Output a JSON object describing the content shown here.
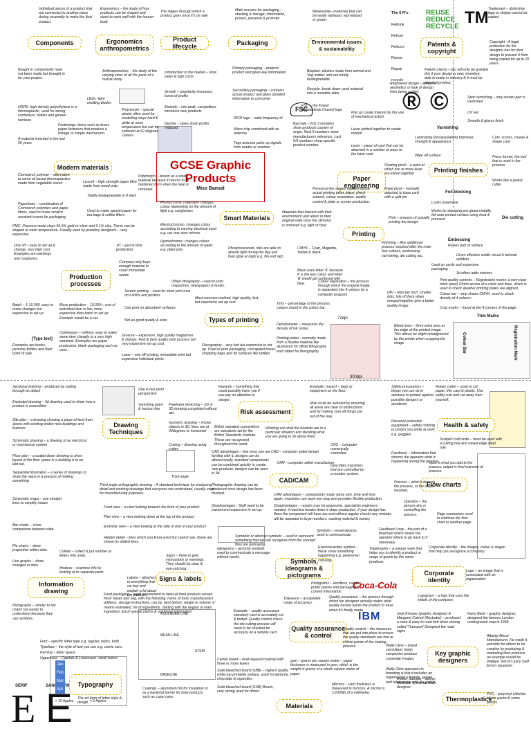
{
  "title": {
    "main": "GCSE Graphic Products",
    "author": "Miss Bansal"
  },
  "boxes": {
    "components": "Components",
    "ergonomics": "Ergonomics anthropometrics",
    "lifecycle": "Product lifecycle",
    "packaging": "Packaging",
    "env": "Environmental issues & sustainability",
    "patents": "Patents & copyright",
    "modern": "Modern materials",
    "smart": "Smart Materials",
    "paper_eng": "Paper engineering",
    "printing_finishes": "Printing finishes",
    "production": "Production processes",
    "printing": "Printing",
    "types_printing": "Types of printing",
    "drawing": "Drawing Techniques",
    "risk": "Risk assessment",
    "health": "Health & safety",
    "cadcam": "CAD/CAM",
    "flow": "Flow charts",
    "signs": "Signs & labels",
    "symbols": "Symbols, ideograms & pictograms",
    "corporate": "Corporate identity",
    "info": "Information drawing",
    "quality": "Quality assurance & control",
    "typography": "Typography",
    "materials": "Materials",
    "designers": "Key graphic designers",
    "thermo": "Thermoplastics"
  },
  "logos": {
    "re1": "REUSE",
    "re2": "REDUCE",
    "re3": "RECYCLE",
    "tm": "TM",
    "reg": "®",
    "copy": "©",
    "fsc": "FSC"
  },
  "labels": {
    "six_rs": "The 6 R's-",
    "rs": [
      "Rethink",
      "Refuse",
      "Reduce",
      "Reuse",
      "Repair",
      "recycle"
    ],
    "varnishing": "Varnishing",
    "foil": "Foil blocking",
    "embossing": "Embossing",
    "die": "Die cutting",
    "trim": "Trim Marks",
    "reg_mark": "Registration Mark",
    "colour_bar": "Colour Bar",
    "dpi1": "72dpi",
    "dpi2": "300dpi",
    "type_text": "[Type text]",
    "serif": "SERIF",
    "sans": "SANS-SERIF",
    "ascender": "ASCENDER LINE",
    "mean": "MEAN LINE",
    "baseline": "BASELINE",
    "stem": "STEM",
    "third_angle": "Third angle",
    "coca": "Coca-Cola",
    "ibm": "IBM",
    "months": [
      "Jan",
      "Feb",
      "Mar",
      "Apr"
    ],
    "key1": "= 10 Apples",
    "key2": "= 5 Apples"
  },
  "notes": {
    "n1": "Individual pieces of a product that are connected to another piece during assembly to make the final product",
    "n2": "Ergonomics – the study of how products can be shaped and sized to work well with the human body",
    "n3": "The stages through which a product goes once it's on sale",
    "n4": "Male reasons for packaging – stacking & storage, information, protect, preserve & promote",
    "n5": "Renewable– materials that can be easily replaced, reproduced or grown.",
    "n6": "Trademark – distinctive logo or slogan cannot be copied",
    "n7": "Copyright - A legal protection for the designer has for their design to prevent it from being copied for up to 20 years.",
    "n8": "Bought in components have not been made but brought in for your project.",
    "n9": "Anthropometrics – the study of the varying sizes of all the parts of a human body.",
    "n10": "Introduction to the market – slow sales & high costs",
    "n11": "Primary packaging – protects product and gives key information",
    "n12": "Bioplast- plastics made from animal and Veg matter, and are totally biodegradable",
    "n13": "Patent criteria – you will only be granted this if your design is new, inventive, able to make in industry & it must be physical product.",
    "n14": "Growth – popularity increases, boost of profits",
    "n15": "Secondary packaging – contains actual product and gives detailed information to consumer",
    "n16": "Recycle- break down used material into a reusable state",
    "n17": "Registered design – protects aesthetics or look of design from being copied",
    "n18": "LEDs -light emitting diodes",
    "n19": "HDPE: high density polyethylene is a thermoplastic, used for strong containers, bottles and garden furniture",
    "n20": "Polymorph – special plastic often used for modelling stays hard & white at room temperature but can be softened at 62 degrees Celsius",
    "n21": "Maturity – hits peak, competitors introduce new products",
    "n22": "Decline - slows down profits reduced.",
    "n23": "RFID tags – radio frequency id",
    "n24": "Micro-chip combined with an antenna",
    "n25": "Tags antenna picks up signals from reader or scanner",
    "n26": "FSC – the Forest Stewardship Council logo",
    "n27": "Barcode – first 3 numbers show products country of origin. Next 5 numbers show manufacturers reference. Last 5/6 numbers show specific product number.",
    "n28": "Pop up create interest by the use of mechanical action",
    "n29": "Lever jointed together to create motion",
    "n30": "Lever – piece of card that can be attached in a number of ways to the base card",
    "n31": "Spot varnishing – only certain part is varnished",
    "n32": "UV set",
    "n33": "Smooth & glossy finish",
    "n34": "Laminating (encapsulation) Improves strength & appearance",
    "n35": "Wipe off surface",
    "n36": "Cuts, scores, crease & shape card",
    "n37": "Press former, the tool that is used in the process",
    "n38": "Works like a pastry cutter",
    "n39": "Fastenings: items such as brass paper fasteners that produce a linkage or simple mechanism.",
    "n40": "A material invented in the last 50 years",
    "n41": "Cornstarch polymer – alternative to some oil based thermoplastics made from vegetable starch",
    "n42": "Polymorph – known as a smart material because it returns to its hardened form when the heat is removed.",
    "n43": "Paperfoam – combination of Cornstarch polymers and paper fibres, used to make scratch resistant inserts for packaging",
    "n44": "Lyocell – high strength paper fibre made from wood pulp.",
    "n45": "Totally biodegradable in 8 days",
    "n46": "Used to make special paper for tea bags & coffee filters",
    "n47": "PMC: Precious metal clays 99.9% gold or silver and 0.1% clay. These can be shaped at room temperature. Usually used by jewellery designers – very expensive",
    "n48": "Photochromic materials- changes colour depending on the amount of light e.g. sunglasses",
    "n49": "Electrochromic- changes colour according to varying electrical input e.g. car rear view mirrors",
    "n50": "Hydrochromic- changes colour according to the amount of water e.g. plant pots",
    "n51": "Materials that interact with their environment and return to their original state once the stimulus is removed e.g. light or heat",
    "n52": "Phosphorescent- inks are able to absorb light during the day and then glow at night e.g. fire exit sign",
    "n53": "Pre-press-the stages needed before actual printing takes place; check artwork, colour separation, quality control & plate or screen production.",
    "n54": "CMYK – Cyan, Magenta, Yellow & black.",
    "n55": "Black uses letter 'K' because K is the key colour and letter 'B' would get confused with blue.",
    "n56": "Print – process of actually printing the design.",
    "n57": "Floating pivot – a point at which two or more lever are joined together",
    "n58": "Fixed pivot – normally attached to base card with a split pin",
    "n59": "Looks expensive",
    "n60": "Works by stamping pre-glued metallic foil onto printed surface using heat & pressure",
    "n61": "Raises part of surface",
    "n62": "Gives effective subtle visual & textural addition",
    "n63": "3d effect adds interest",
    "n64": "One off – easy to set up & change, very high cost. Examples are paintings and sculptures.",
    "n65": "JIT – just in time production.",
    "n66": "Company only buys enough material to cover immediate needs",
    "n67": "Offset lithography – used to print magazines, newspapers & books.",
    "n68": "Screen printing – used for short print runs on t-shirts and posters",
    "n69": "Can print on absorbent surfaces",
    "n70": "Not as good quality & slow.",
    "n71": "Most common method, high quality, fast, but expensive set up cost.",
    "n72": "Tints – percentage of the process colours found in the colour bar.",
    "n73": "Colour separation – the process through which the original image is separated into 4 colours by a computer program.",
    "n74": "Finishing – Any additional process required after the main four colours, embossing, varnishing, die cutting etc.",
    "n75": "Used on cards and expensive packaging",
    "n76": "DPI – dots per inch, smaller dots, lots of them when merged together give a better quality image.",
    "n77": "Print quality controls – Registration marks: a very clear mark about 10mm across of a circle and lines, which is used to check weather printing plates are aligned.",
    "n78": "Colour bar – strip shows CMYK, used to check density of 4 colours.",
    "n79": "Crop marks – found at the 4 corners of the page.",
    "n80": "Batch – 1-10,000, easy to make changes but expensive to set up",
    "n81": "Mass production – 10,000+, cost of individual item is low, more expensive than batch to set up. Example would be a car.",
    "n82": "Examples are books, perfume bottles and their point of sale.",
    "n83": "Continuous – millions, easy to make same item cheaply to a very high standard. Examples are paper production, blank packaging such as cans.",
    "n84": "Gravure – expensive, high quality magazines & stamps. Fast & best quality print process but very expensive set up cost.",
    "n85": "Laser – one off printing, immediate print but expensive individual prints.",
    "n86": "Flexography – very fast but expensive to set up. Used to print packaging, corrugated boxes, shopping bags and 3d surfaces like bottles.",
    "n87": "Densitometer – measures the density of ink colour.",
    "n88": "Printing plates –normally made from a flexible material like aluminium for offset lithography and rubber for flexography.",
    "n89": "Bleed area – 3mm extra area at the edge of the printed image. This allows for slight misalignment by the printer when cropping the image.",
    "n90": "Sectional drawing – produced by cutting through an object",
    "n91": "Exploded drawing – 3d drawing used to show how a product is assembled",
    "n92": "Site plan – a drawing showing a piece of land from above with existing and/or new buildings and features.",
    "n93": "Schematic drawing – a drawing of an electrical or mechanical system",
    "n94": "Floor plan – a scaled down drawing to show layout of the floor space in a building is to be laid out.",
    "n95": "Sequential illustration – a series of drawings to show the steps in a process of making something",
    "n96": "Schematic maps – use straight lines to simplify routes",
    "n97": "One & two point perspective",
    "n98": "Freehand sketching – 2D or 3D drawing completed without aid.",
    "n99": "Isometric drawing – shows objects in 3D, lines are at 30degrees to horizontal",
    "n100": "Crating – drawing using crates",
    "n101": "Vanishing point & horizon line",
    "n102": "Hazards – something that could possibly harm you if you pay no attention to danger.",
    "n103": "British standard conventions are standards set by the British Standards Institute. These are recognised throughout the world.",
    "n104": "Example: hazard – bags or equipment on the floor.",
    "n105": "Risk could be reduced by ensuring all areas are clear of obstructions and by making sure all things put out of the way.",
    "n106": "Working out what the hazards are in a particular situation and deciding what you are going to do about them.",
    "n107": "CAD – computer aided design",
    "n108": "CNC – computer numerically controlled.",
    "n109": "CAM – computer aided manufacture",
    "n110": "Describes machines that are controlled by a number system.",
    "n111": "CAD advantages – fast once you are familiar with it, designs can be altered easily, standard components can be combined quickly to create new products, designs can be seen in 3d.",
    "n112": "Photographic drawing can be produced once design has been finished.",
    "n113": "Third angle orthographic drawing – A standard technique for producing detail and working drawings that everyone can understand, usually used for manufacturing purposes.",
    "n114": "Front view – a view looking towards the front of your product",
    "n115": "Plan view – a view looking down at the top of the product",
    "n116": "End/side view – a view looking at the side or end of your product",
    "n117": "Hidden detail – lines which you know exist but cannot see, these are shown by dotted lines.",
    "n118": "Disadvantages - Staff need to be trained and expensive to set up.",
    "n119": "CAM advantages – components made same size, time and time again, machines can work non-stop and provides flexible production.",
    "n120": "Disadvantages – repairs may be expensive, specialists engineers needed, if machine breaks down it stops production, if your design has flaws the component will have too and without regular checks any mistake will be repeated in large numbers, wasting material & money.",
    "n121": "Rotary cutter – used to cut paper, thin card & plastic. Use safety rule and cut away from yourself.",
    "n122": "Safety precautions – things you can do in advance to protect against possible dangers or accidents.",
    "n123": "Personal protection equipment – safety clothing to protect you while at work e.g. goggles.",
    "n124": "Scalpel/ craft knife – must be used with a cutting mat and raised edge steel rule.",
    "n125": "Feedback – information that informs the operator what is happening during the process.",
    "n126": "Input is what you add to the process, output is final outcome of process.",
    "n127": "Process – what is done in the process, or the steps involved.",
    "n128": "Operator – the person who is controlling the process.",
    "n129": "Page connectors used to continue the flow chart to another page.",
    "n130": "Feedback Loop – the part of a flowchart which shows the operator where to go back to if necessary.",
    "n131": "Bar charts – show comparison between data.",
    "n132": "Pie charts – show proportion within data.",
    "n133": "Line graphs – show changes in data.",
    "n134": "Pictographs – similar to bar charts but easier to understand because they use symbols.",
    "n135": "Collate – collect & put number or letters into order.",
    "n136": "Analyse – examine info by looking at its separate parts.",
    "n137": "Signs – there to give instructions or warnings. They should be clear & eye-catching.",
    "n138": "Labels – attached to everything that we buy and explain a lot about the product.",
    "n139": "Ideograms – pictorial symbols used to communicate a message without words.",
    "n140": "Symbolic or abstract symbols – used to represent something that we can recognise from the concept they are portraying.",
    "n141": "Symbols – visual devices used to communicate.",
    "n142": "Exercise/action symbol – these show something happening e.g. pedestrian crossing.",
    "n143": "Pictograms – wordless, used in public places and packaging to convey information.",
    "n144": "Trademarks – a unique mark that helps you to identify a product or range of goods by the same producer.",
    "n145": "Corporate identity – the images, colour & slogan that help you recognise a company.",
    "n146": "Logo – an image that is associated with an organisation.",
    "n147": "Logogram – a logo that uses the initials of the company.",
    "n148": "Food packaging – legal requirement to label all food products except fresh meats and veg, with the following: name of food, manufacturers address, storage instructions, use by, best before, weight or volume 'e' means estimated, list of ingredients, starting with the largest or main ingredient, list of special claims & nutritional information",
    "n149": "Tolerance – acceptable range of accuracy",
    "n150": "Quality assurance – the process through which the designer actually states what quality he/she wants the product to have when it's finally made.",
    "n151": "Example – quality assurance standard; card is accurately cut & folded. Quality control check: the die cutting process will need to be checked for accuracy on a sample card.",
    "n152": "Quality control – the measures that are put into place to ensure the quality standards are met at critical points of the making process.",
    "n153": "Font – specific letter type e.g. regular, italics, bold",
    "n154": "Typeface – the style of text you use e.g. comic sans",
    "n155": "Kerning – letter space",
    "n156": "Uppercase – Capitals & Lowercase- small letters",
    "n157": "The art form of letter style & design",
    "n158": "Coatings – aluminium foil for insulation or as a bacterial barrier for food products such as cups/ cans.",
    "n159": "Carton board – multi-layered material with three or more layers",
    "n160": "Solid bleached board (SBB) – highest quality white top printable surface, used for perfume, chocolate & cigarettes",
    "n161": "Solid bleached board (SUB) Brown, very strong used for drinks",
    "n162": "gsm – grams per square metre – paper thickness is measured in gsm, which is the weight in grams of a whole square metre of paper.",
    "n163": "Microns – card thickness is measured in microns. A micron is 1/1000th of a millimetre.",
    "n164": "Jock Kinneer (graphic designer) & Margaret Calvert (illustrator) – produced a clear & easy to read font when driving called 'Transport' Designed the road signs",
    "n165": "Harry Beck – graphic designer, designed the famous London underground map in 1933.",
    "n166": "Wally Olins – brand consultant, helps companies produce corporate images.",
    "n167": "Wally Olins approach to branding is that it includes an organisation's brands, values and relationship with the public.",
    "n168": "Alberto Alessi- Manufacturer. He made it possible for others to be creative by producing & marketing their products an example would be philippe Starck's juicy Salif lemon squeezer.",
    "n169": "Robert Sabuda – author, illustrator & pop-up book designer.",
    "n170": "PVC – polyvinyl chloride, blister packs & some pieces"
  }
}
